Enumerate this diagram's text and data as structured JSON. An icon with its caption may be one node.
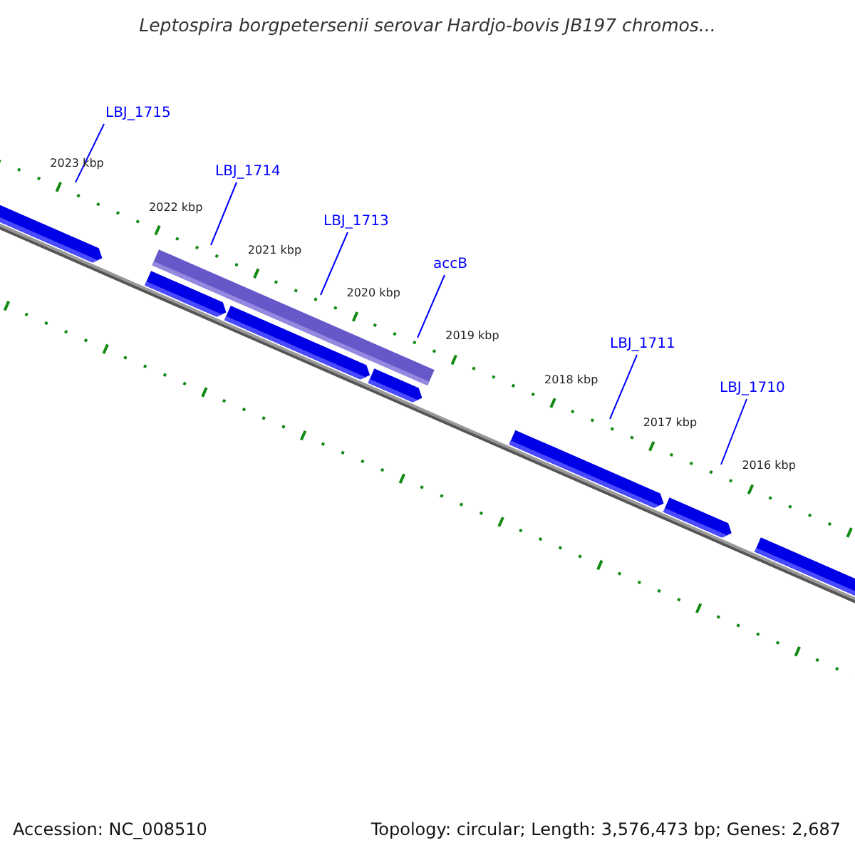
{
  "diagram": {
    "title": "Leptospira borgpetersenii serovar Hardjo-bovis JB197 chromos...",
    "nodes": [
      {
        "text": [
          "LBJ_1715"
        ]
      },
      {
        "text": [
          "LBJ_1714"
        ]
      },
      {
        "text": [
          "LBJ_1713"
        ]
      },
      {
        "text": [
          "accB"
        ]
      },
      {
        "text": [
          "LBJ_1711"
        ]
      },
      {
        "text": [
          "LBJ_1710"
        ]
      }
    ],
    "edges": [
      {
        "from": 0,
        "to": null,
        "arrow": "none"
      },
      {
        "from": 1,
        "to": null,
        "arrow": "none"
      },
      {
        "from": 2,
        "to": null,
        "arrow": "none"
      },
      {
        "from": 3,
        "to": null,
        "arrow": "none"
      },
      {
        "from": 4,
        "to": null,
        "arrow": "none"
      },
      {
        "from": 5,
        "to": null,
        "arrow": "none"
      }
    ],
    "labels": [
      "2023 kbp",
      "2022 kbp",
      "2021 kbp",
      "2020 kbp",
      "2019 kbp",
      "2018 kbp",
      "2017 kbp",
      "2016 kbp",
      "Accession: NC_008510",
      "Topology: circular; Length: 3,576,473 bp; Genes: 2,687"
    ]
  }
}
